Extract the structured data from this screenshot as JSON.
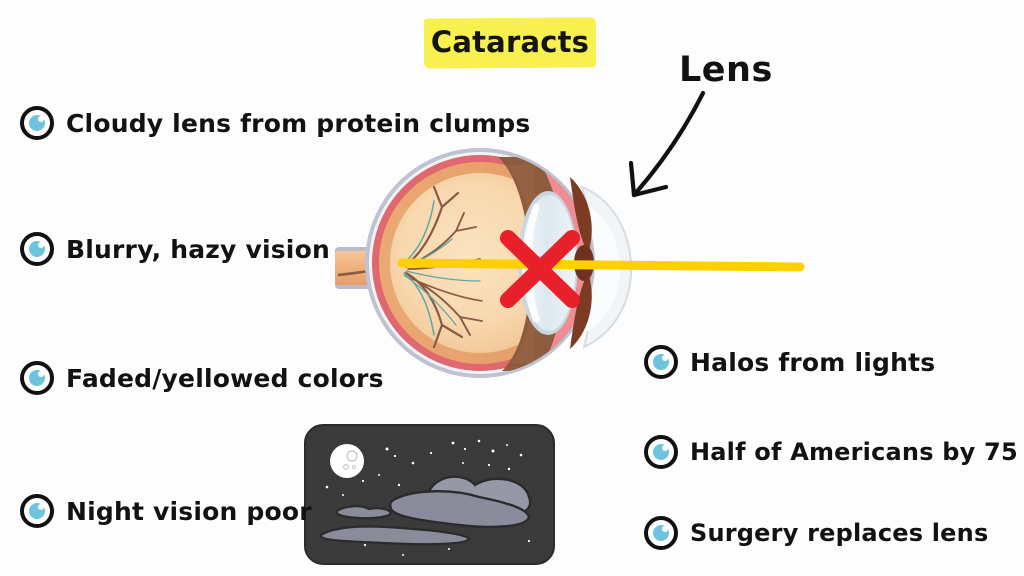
{
  "page": {
    "title": "Cataracts",
    "background_color": "#fdfdfd",
    "highlight_color": "#f7f04e"
  },
  "callout": {
    "label": "Lens",
    "arrow": "curved-arrow-pointing-to-lens"
  },
  "symptoms_left": [
    {
      "icon": "eye-icon",
      "label": "Cloudy lens from protein clumps"
    },
    {
      "icon": "eye-icon",
      "label": "Blurry, hazy vision"
    },
    {
      "icon": "eye-icon",
      "label": "Faded/yellowed colors"
    },
    {
      "icon": "eye-icon",
      "label": "Night vision poor"
    }
  ],
  "symptoms_right": [
    {
      "icon": "eye-icon",
      "label": "Halos from lights"
    },
    {
      "icon": "eye-icon",
      "label": "Half of Americans by 75"
    },
    {
      "icon": "eye-icon",
      "label": "Surgery replaces lens"
    }
  ],
  "eye_diagram": {
    "name": "eye-cross-section",
    "parts": [
      "sclera",
      "choroid",
      "retina",
      "vitreous-humor",
      "retinal-blood-vessels",
      "optic-nerve",
      "ciliary-body",
      "iris",
      "lens",
      "cornea"
    ],
    "colors": {
      "sclera_outline": "#b9bcc9",
      "choroid": "#e0686f",
      "retina": "#e8a571",
      "vitreous": "#f6d5a8",
      "vitreous_light": "#fadfb6",
      "brown_band": "#8d5b3e",
      "ciliary": "#ef8d93",
      "iris": "#7c3b22",
      "lens": "#e7eef2",
      "cornea": "#eef1f4",
      "optic_nerve": "#f0b27e",
      "vessel_dark": "#8a5a46",
      "vessel_teal": "#5fa8a2"
    }
  },
  "light_ray": {
    "name": "light-ray",
    "color": "#ffd000",
    "blocked_marker": "red-x",
    "blocked_marker_color": "#e8202a"
  },
  "night_scene": {
    "name": "night-sky-illustration",
    "background_color": "#3a3a3a",
    "moon_color": "#ffffff",
    "cloud_color": "#8f90a0",
    "star_color": "#ffffff"
  }
}
